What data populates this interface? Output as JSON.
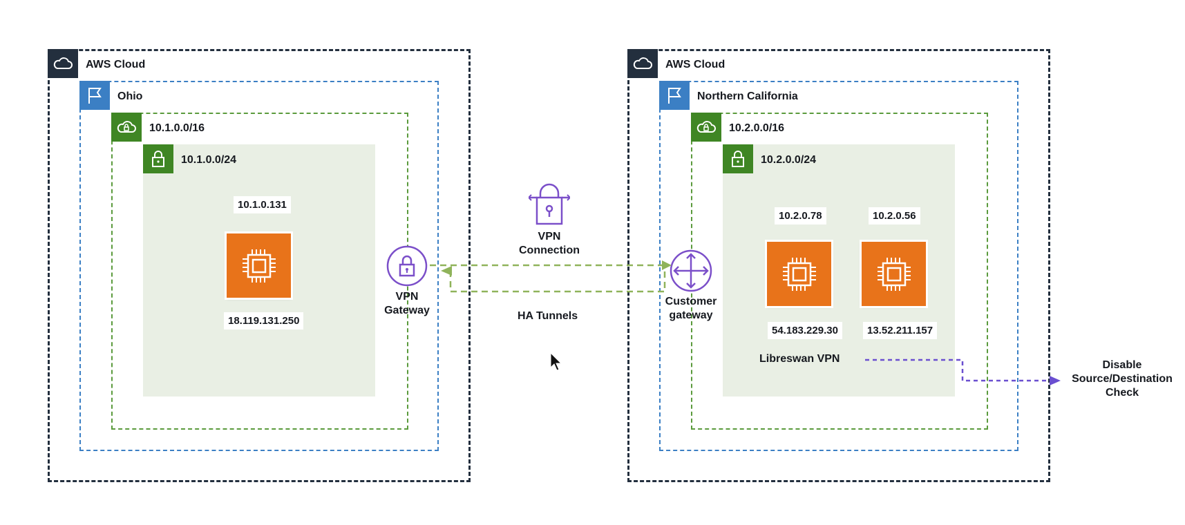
{
  "left": {
    "cloud_label": "AWS Cloud",
    "region_label": "Ohio",
    "vpc_cidr": "10.1.0.0/16",
    "subnet_cidr": "10.1.0.0/24",
    "instance": {
      "private_ip": "10.1.0.131",
      "public_ip": "18.119.131.250"
    },
    "gateway_label_line1": "VPN",
    "gateway_label_line2": "Gateway"
  },
  "right": {
    "cloud_label": "AWS Cloud",
    "region_label": "Northern California",
    "vpc_cidr": "10.2.0.0/16",
    "subnet_cidr": "10.2.0.0/24",
    "instances": [
      {
        "private_ip": "10.2.0.78",
        "public_ip": "54.183.229.30"
      },
      {
        "private_ip": "10.2.0.56",
        "public_ip": "13.52.211.157"
      }
    ],
    "gateway_label_line1": "Customer",
    "gateway_label_line2": "gateway",
    "libreswan_label": "Libreswan VPN"
  },
  "middle": {
    "vpn_connection_line1": "VPN",
    "vpn_connection_line2": "Connection",
    "tunnels_label": "HA Tunnels"
  },
  "callout": {
    "line1": "Disable",
    "line2": "Source/Destination",
    "line3": "Check"
  },
  "colors": {
    "aws_navy": "#232f3e",
    "region_blue": "#3b7fc4",
    "vpc_green": "#3f8624",
    "ec2_orange": "#e8731a",
    "vpn_purple": "#7b4fc9",
    "tunnel_green": "#8fb35a",
    "arrow_purple": "#6a4fd0"
  },
  "icons": [
    "cloud-icon",
    "flag-icon",
    "vpc-cloud-icon",
    "lock-icon",
    "ec2-chip-icon",
    "vpn-gateway-icon",
    "customer-gateway-icon",
    "vpn-connection-icon",
    "cursor-icon"
  ]
}
